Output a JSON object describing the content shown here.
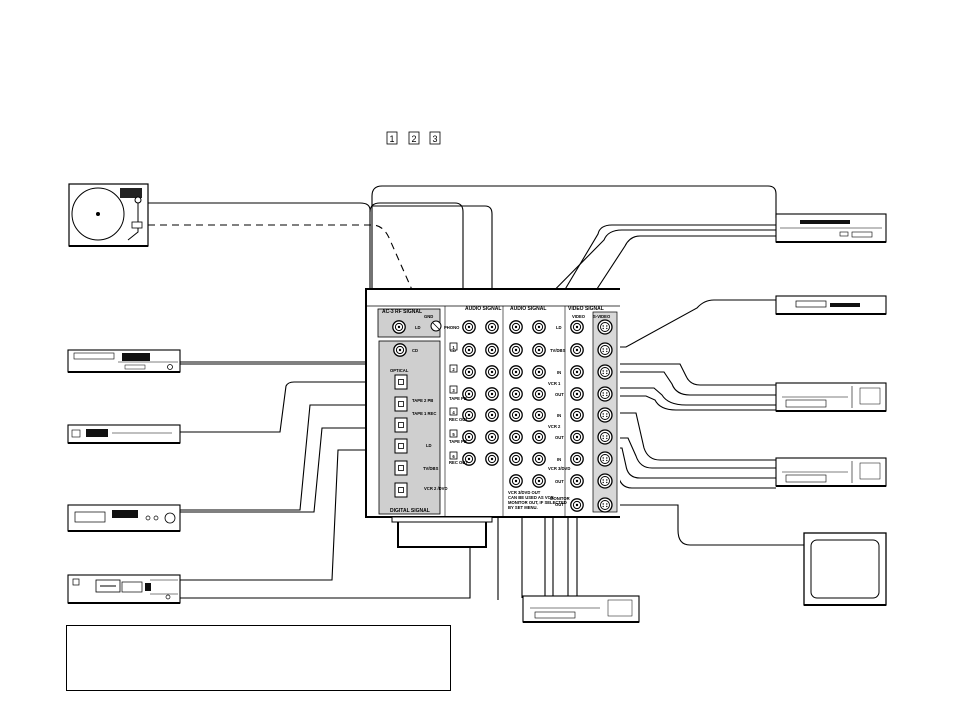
{
  "steps": [
    "1",
    "2",
    "3"
  ],
  "receiver": {
    "group_labels": {
      "ac3": "AC-3 RF SIGNAL",
      "audio_signal_1": "AUDIO SIGNAL",
      "audio_signal_2": "AUDIO SIGNAL",
      "video_signal": "VIDEO SIGNAL",
      "s_video": "S-VIDEO",
      "video": "VIDEO",
      "gnd": "GND",
      "digital_signal": "DIGITAL SIGNAL",
      "optical": "OPTICAL"
    },
    "left_column_labels": [
      "LD",
      "CD",
      "TAPE 2 PB",
      "TAPE 1 REC",
      "LD",
      "TV/DBS",
      "VCR 2 /DVD"
    ],
    "audio_labels": [
      "PHONO",
      "CD",
      "TAPE PB",
      "REC OUT",
      "TAPE PB",
      "REC OUT"
    ],
    "number_badges": [
      "1",
      "2",
      "3",
      "4",
      "5",
      "6"
    ],
    "video_labels": [
      "LD",
      "TV/DBS",
      "IN",
      "OUT",
      "IN",
      "OUT",
      "IN",
      "OUT"
    ],
    "vcr_notes": [
      "VCR 1",
      "VCR 2",
      "VCR 3/DVD",
      "VCR 3/DVD OUT",
      "CAN BE USED AS VCR",
      "MONITOR OUT, IF SELECTED",
      "BY SET MENU."
    ],
    "monitor_out": "MONITOR OUT",
    "monitor_short": "MONITOR",
    "out": "OUT"
  }
}
